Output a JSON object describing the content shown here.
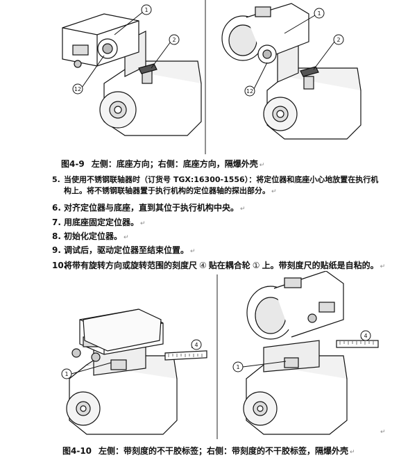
{
  "figure_4_9": {
    "label": "图4-9",
    "text": "左侧：底座方向；右侧：底座方向，隔爆外壳",
    "callouts_left": [
      "1",
      "2",
      "12"
    ],
    "callouts_right": [
      "1",
      "2",
      "12"
    ]
  },
  "steps": [
    {
      "num": "5.",
      "line1": "当使用不锈钢联轴器时（订货号 TGX:16300-1556）：将定位器和底座小心地放置在执行机",
      "line2": "构上。将不锈钢联轴器置于执行机构的定位器轴的探出部分。"
    },
    {
      "num": "6.",
      "text": "对齐定位器与底座，直到其位于执行机构中央。"
    },
    {
      "num": "7.",
      "text": "用底座固定定位器。"
    },
    {
      "num": "8.",
      "text": "初始化定位器。"
    },
    {
      "num": "9.",
      "text": "调试后，驱动定位器至结束位置。"
    },
    {
      "num": "10.",
      "pre": "将带有旋转方向或旋转范围的刻度尺",
      "c1": "④",
      "mid": "贴在耦合轮",
      "c2": "①",
      "post": "上。带刻度尺的贴纸是自粘的。"
    }
  ],
  "figure_4_10": {
    "label": "图4-10",
    "text": "左侧：带刻度的不干胶标签；右侧：带刻度的不干胶标签，隔爆外壳",
    "callouts_left": [
      "4",
      "1"
    ],
    "callouts_right": [
      "4",
      "1"
    ]
  },
  "paragraph_mark": "↵"
}
